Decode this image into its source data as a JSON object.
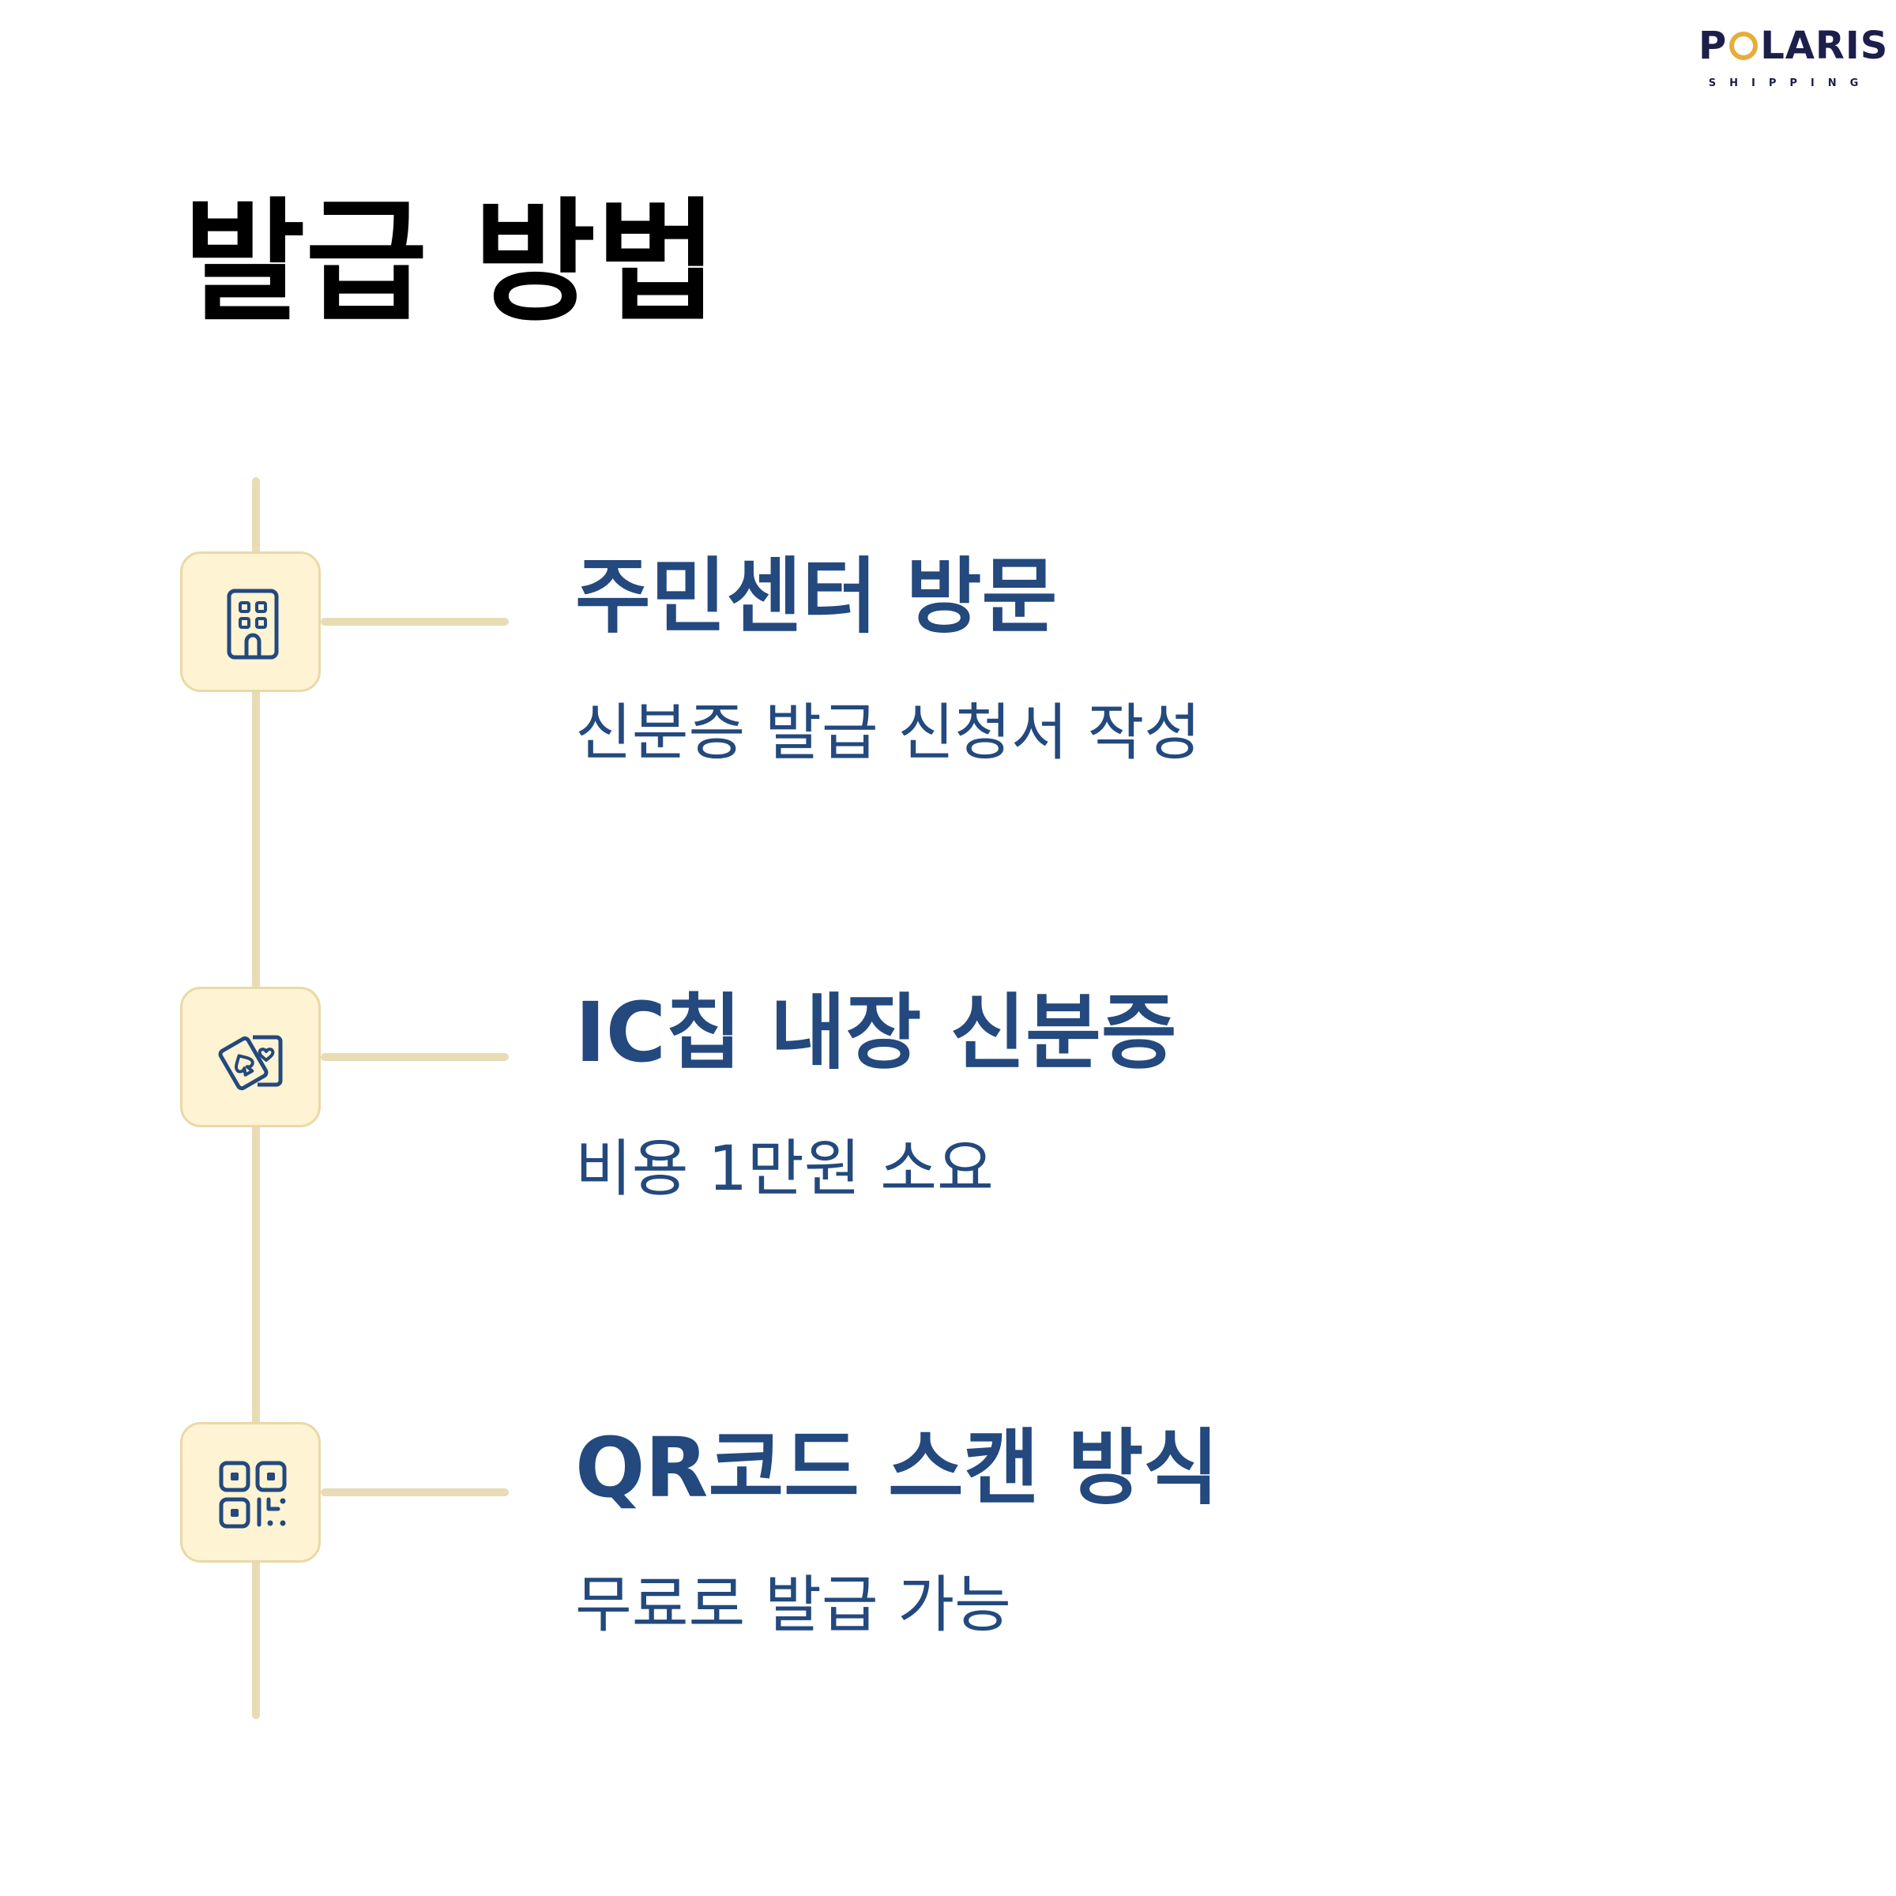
{
  "brand": {
    "name_prefix": "P",
    "name_rest": "LARIS",
    "tagline": "SHIPPING",
    "colors": {
      "navy": "#1c1f4a",
      "gold": "#e6ad3a"
    }
  },
  "title": "발급 방법",
  "steps": [
    {
      "icon": "building-icon",
      "heading": "주민센터 방문",
      "description": "신분증 발급 신청서 작성"
    },
    {
      "icon": "id-cards-icon",
      "heading": "IC칩 내장 신분증",
      "description": "비용 1만원 소요"
    },
    {
      "icon": "qr-code-icon",
      "heading": "QR코드 스캔 방식",
      "description": "무료로 발급 가능"
    }
  ],
  "colors": {
    "accent_text": "#23497e",
    "timeline": "#e8dcb4",
    "icon_bg": "#fef3d2",
    "icon_border": "#ead9a8"
  }
}
